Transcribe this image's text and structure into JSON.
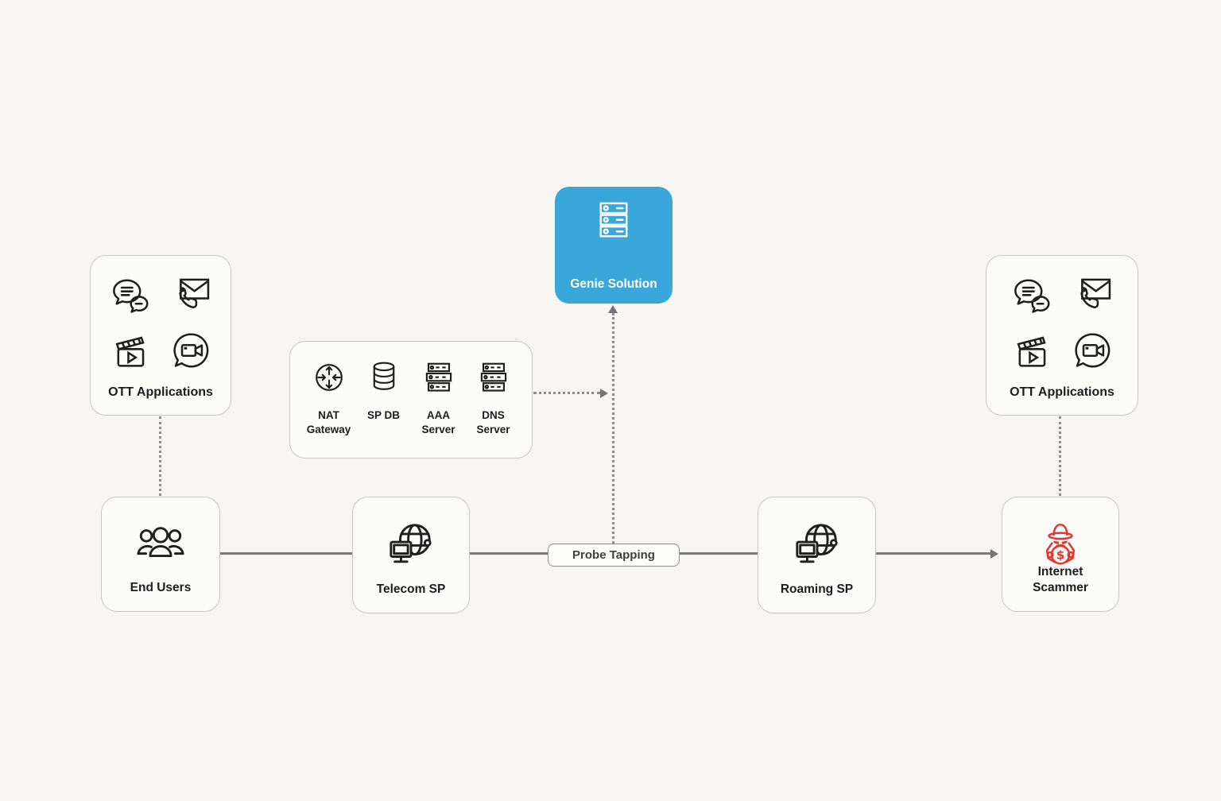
{
  "nodes": {
    "ott_left": {
      "label": "OTT Applications"
    },
    "ott_right": {
      "label": "OTT Applications"
    },
    "genie": {
      "label": "Genie Solution"
    },
    "core_network": {
      "items": [
        {
          "label": "NAT Gateway",
          "icon": "nat-gateway-icon"
        },
        {
          "label": "SP DB",
          "icon": "database-icon"
        },
        {
          "label": "AAA Server",
          "icon": "server-rack-icon"
        },
        {
          "label": "DNS Server",
          "icon": "server-rack-icon"
        }
      ]
    },
    "end_users": {
      "label": "End Users",
      "icon": "users-group-icon"
    },
    "telecom_sp": {
      "label": "Telecom SP",
      "icon": "globe-network-icon"
    },
    "roaming_sp": {
      "label": "Roaming SP",
      "icon": "globe-network-icon"
    },
    "internet_scammer": {
      "label": "Internet Scammer",
      "icon": "scammer-icon"
    }
  },
  "connectors": {
    "probe_tapping": {
      "label": "Probe Tapping"
    }
  },
  "icons": {
    "ott_apps": [
      "chat-bubbles-icon",
      "phone-mail-icon",
      "clapperboard-icon",
      "video-call-icon"
    ],
    "genie": "server-stack-icon"
  },
  "colors": {
    "background": "#f7f6f3",
    "node_fill": "#fcfcfb",
    "node_border": "#c7c6c2",
    "accent_blue": "#3aa7db",
    "scammer_red": "#e5382c",
    "line_gray": "#7c7c7c",
    "text_dark": "#1d1d1f"
  }
}
